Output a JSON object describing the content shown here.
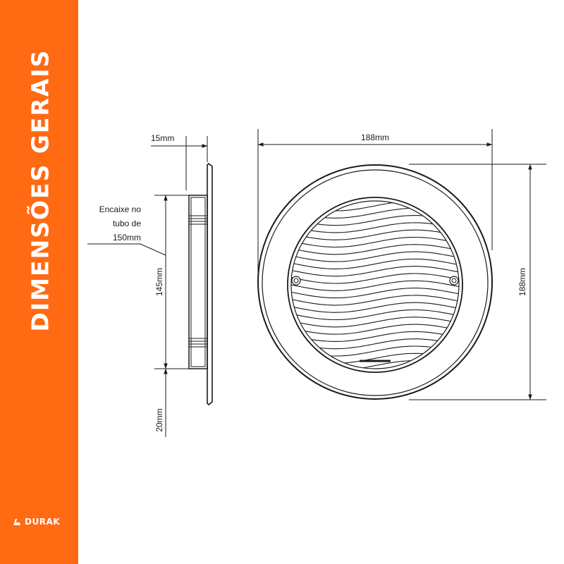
{
  "sidebar": {
    "title": "DIMENSÕES GERAIS",
    "brand": "DURAK",
    "bg_color": "#ff6a13",
    "text_color": "#ffffff"
  },
  "side_view": {
    "flange_depth": "15mm",
    "pipe_label_line1": "Encaixe no",
    "pipe_label_line2": "tubo de",
    "pipe_label_line3": "150mm",
    "body_height": "145mm",
    "offset_height": "20mm"
  },
  "front_view": {
    "width": "188mm",
    "height": "188mm"
  }
}
